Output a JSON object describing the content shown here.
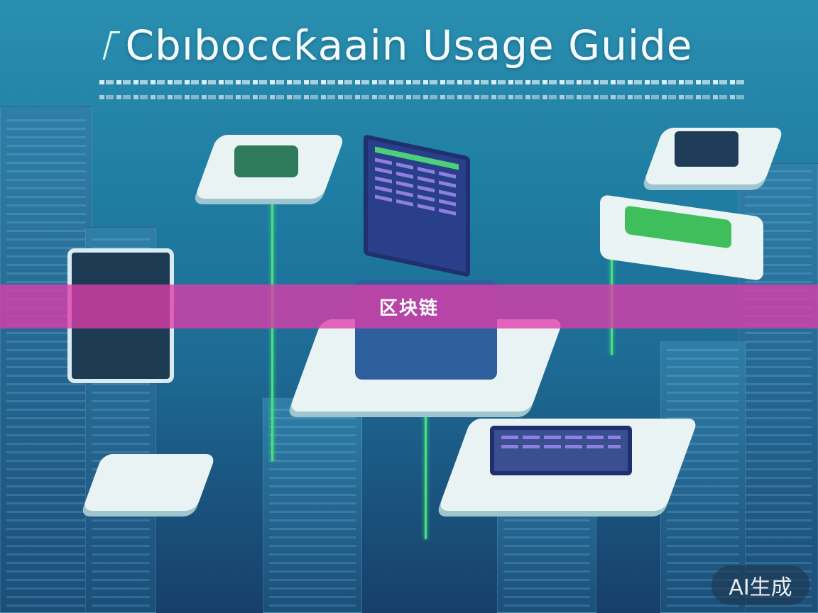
{
  "title": "Cbıboccƙaain Usage Guide",
  "banner": {
    "label": "区块链"
  },
  "badge": {
    "label": "AI生成"
  },
  "colors": {
    "banner": "#de3caa",
    "accent_green": "#46e37a",
    "background": "#1f7ea3"
  }
}
